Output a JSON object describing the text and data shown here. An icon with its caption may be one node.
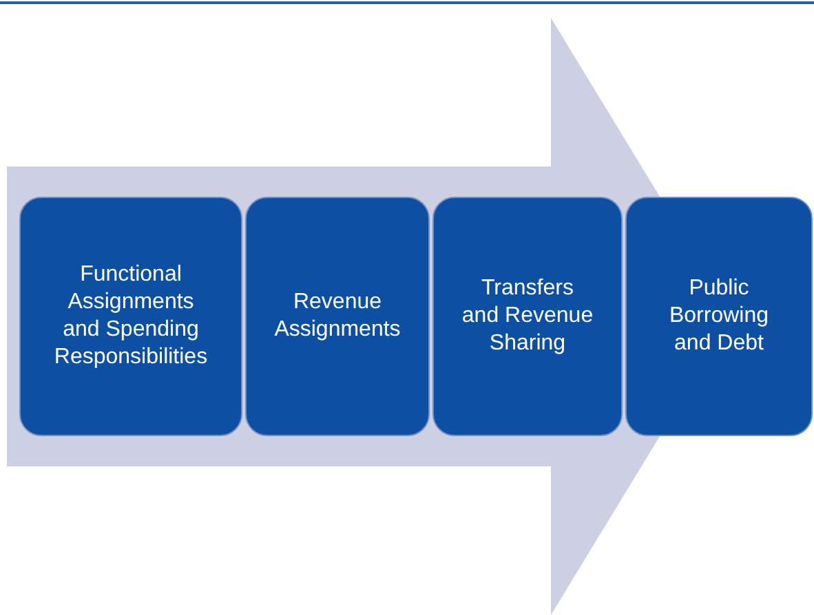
{
  "diagram": {
    "nodes": [
      {
        "text": [
          "Functional Assignments and Spending Responsibilities"
        ]
      },
      {
        "text": [
          "Revenue Assignments"
        ]
      },
      {
        "text": [
          "Transfers and Revenue Sharing"
        ]
      },
      {
        "text": [
          "Public Borrowing and Debt"
        ]
      }
    ],
    "edges": [
      {
        "from": 0,
        "to": 3,
        "arrow": "to"
      }
    ]
  }
}
